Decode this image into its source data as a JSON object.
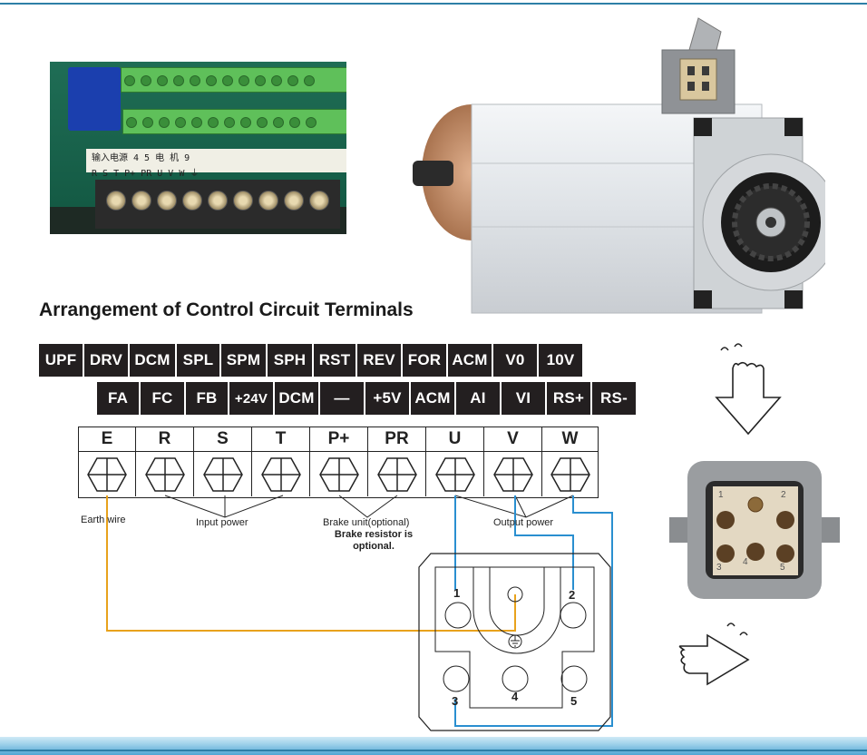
{
  "title": "Arrangement of Control Circuit Terminals",
  "board_photo": {
    "label_row1": "输入电源  4 5  电 机  9",
    "label_row2": "R S T P+ PR U V W ⏚"
  },
  "control_row1": [
    "UPF",
    "DRV",
    "DCM",
    "SPL",
    "SPM",
    "SPH",
    "RST",
    "REV",
    "FOR",
    "ACM",
    "V0",
    "10V"
  ],
  "control_row2": [
    "FA",
    "FC",
    "FB",
    "+24V",
    "DCM",
    "—",
    "+5V",
    "ACM",
    "AI",
    "VI",
    "RS+",
    "RS-"
  ],
  "power_terminals": [
    "E",
    "R",
    "S",
    "T",
    "P+",
    "PR",
    "U",
    "V",
    "W"
  ],
  "notes": {
    "earth": "Earth wire",
    "input": "Input power",
    "brake_unit": "Brake unit(optional)",
    "brake_resistor_1": "Brake resistor is",
    "brake_resistor_2": "optional.",
    "output": "Output power"
  },
  "connector_pins": [
    "1",
    "2",
    "3",
    "4",
    "5"
  ],
  "connector_photo_pins": [
    "1",
    "2",
    "3",
    "4",
    "5"
  ],
  "colors": {
    "terminal_bg": "#231f20",
    "earth_wire": "#e8a21c",
    "output_wire": "#2a8fd0",
    "accent_line": "#2d7fa7"
  },
  "icons": [
    "pointing-down-hand-icon",
    "pointing-right-hand-icon",
    "ground-symbol-icon"
  ]
}
